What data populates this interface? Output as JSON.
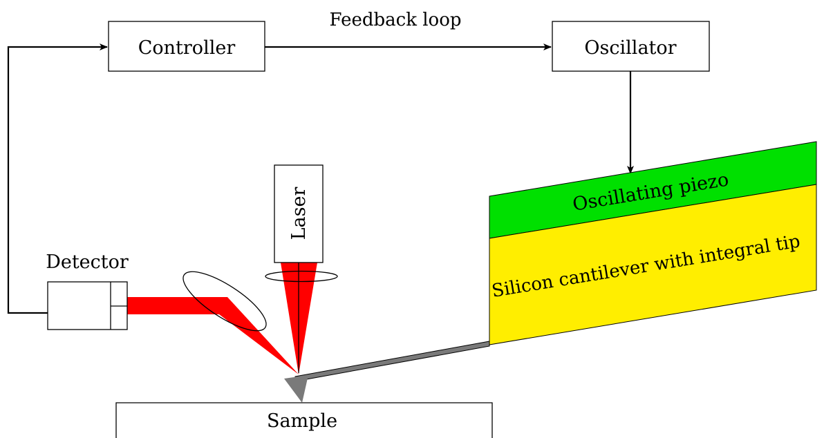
{
  "title": "Feedback loop",
  "blocks": {
    "controller": "Controller",
    "oscillator": "Oscillator",
    "detector": "Detector",
    "laser": "Laser",
    "sample": "Sample",
    "piezo": "Oscillating piezo",
    "cantilever": "Silicon cantilever with integral tip"
  },
  "colors": {
    "beam": "#ff0000",
    "piezo": "#00e000",
    "cantilever": "#ffee00",
    "tip": "#777777",
    "line": "#000000"
  }
}
